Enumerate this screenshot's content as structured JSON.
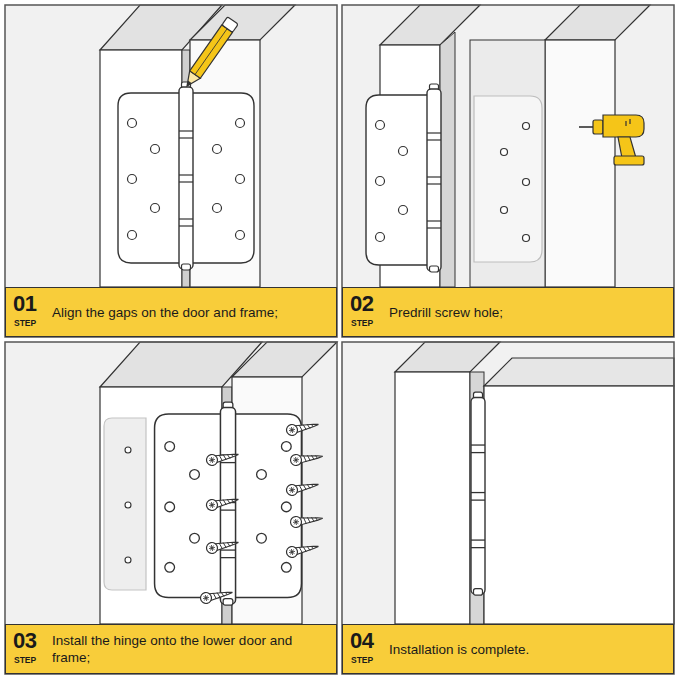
{
  "diagram": {
    "nodes": [
      {
        "text": [
          "01",
          "STEP",
          "Align the gaps on the door and frame;"
        ]
      },
      {
        "text": [
          "02",
          "STEP",
          "Predrill screw hole;"
        ]
      },
      {
        "text": [
          "03",
          "STEP",
          "Install the hinge onto the lower door and frame;"
        ]
      },
      {
        "text": [
          "04",
          "STEP",
          "Installation is complete."
        ]
      }
    ]
  }
}
